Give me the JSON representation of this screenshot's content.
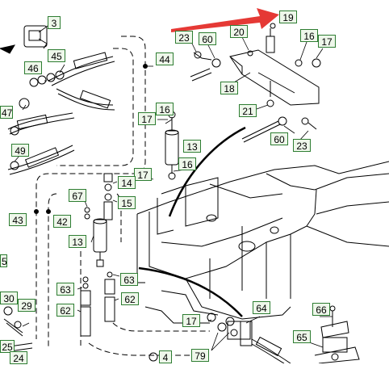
{
  "callouts": [
    {
      "id": "c3",
      "text": "3"
    },
    {
      "id": "c19",
      "text": "19"
    },
    {
      "id": "c23a",
      "text": "23"
    },
    {
      "id": "c60a",
      "text": "60"
    },
    {
      "id": "c20",
      "text": "20"
    },
    {
      "id": "c16a",
      "text": "16"
    },
    {
      "id": "c17a",
      "text": "17"
    },
    {
      "id": "c46",
      "text": "46"
    },
    {
      "id": "c45",
      "text": "45"
    },
    {
      "id": "c44",
      "text": "44"
    },
    {
      "id": "c18",
      "text": "18"
    },
    {
      "id": "c47",
      "text": "47"
    },
    {
      "id": "c21",
      "text": "21"
    },
    {
      "id": "c16b",
      "text": "16"
    },
    {
      "id": "c17b",
      "text": "17"
    },
    {
      "id": "c60b",
      "text": "60"
    },
    {
      "id": "c23b",
      "text": "23"
    },
    {
      "id": "c13a",
      "text": "13"
    },
    {
      "id": "c49",
      "text": "49"
    },
    {
      "id": "c16c",
      "text": "16"
    },
    {
      "id": "c17c",
      "text": "17"
    },
    {
      "id": "c14",
      "text": "14"
    },
    {
      "id": "c67",
      "text": "67"
    },
    {
      "id": "c15",
      "text": "15"
    },
    {
      "id": "c43",
      "text": "43"
    },
    {
      "id": "c42",
      "text": "42"
    },
    {
      "id": "c13b",
      "text": "13"
    },
    {
      "id": "c63a",
      "text": "63"
    },
    {
      "id": "c63b",
      "text": "63"
    },
    {
      "id": "c30",
      "text": "30"
    },
    {
      "id": "c29",
      "text": "29"
    },
    {
      "id": "c62a",
      "text": "62"
    },
    {
      "id": "c62b",
      "text": "62"
    },
    {
      "id": "c64",
      "text": "64"
    },
    {
      "id": "c66",
      "text": "66"
    },
    {
      "id": "c17d",
      "text": "17"
    },
    {
      "id": "c65",
      "text": "65"
    },
    {
      "id": "c79",
      "text": "79"
    },
    {
      "id": "c25",
      "text": "25"
    },
    {
      "id": "c24",
      "text": "24"
    },
    {
      "id": "c4",
      "text": "4"
    },
    {
      "id": "c5",
      "text": "5"
    }
  ],
  "colors": {
    "label_border": "#2e7d32",
    "label_fill": "#eef7ea",
    "arrow": "#e53935",
    "line": "#000000"
  }
}
